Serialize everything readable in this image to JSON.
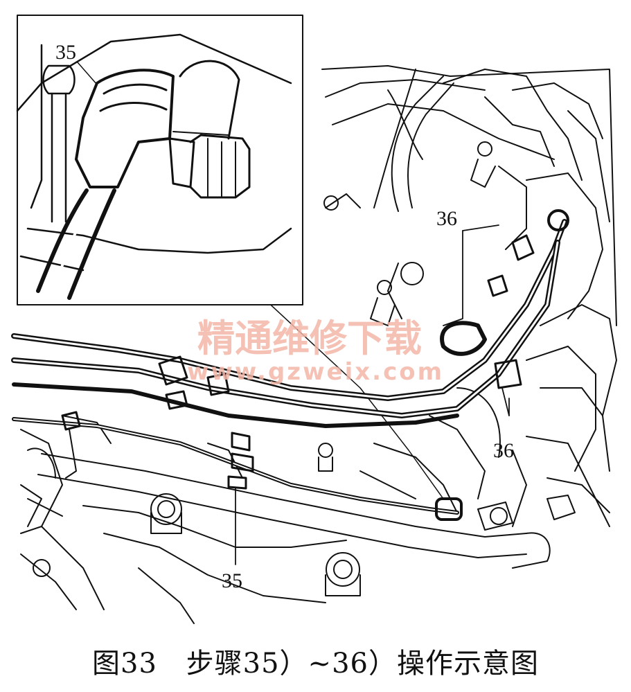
{
  "callouts": {
    "inset_35": "35",
    "main_36_top": "36",
    "main_36_right": "36",
    "main_35_bottom": "35"
  },
  "watermark": {
    "text_cn": "精通维修下载",
    "url": "www.gzweix.com",
    "color": "#f3b7a8"
  },
  "caption": {
    "figure_label": "图33",
    "text": "步骤35）~36）操作示意图"
  }
}
